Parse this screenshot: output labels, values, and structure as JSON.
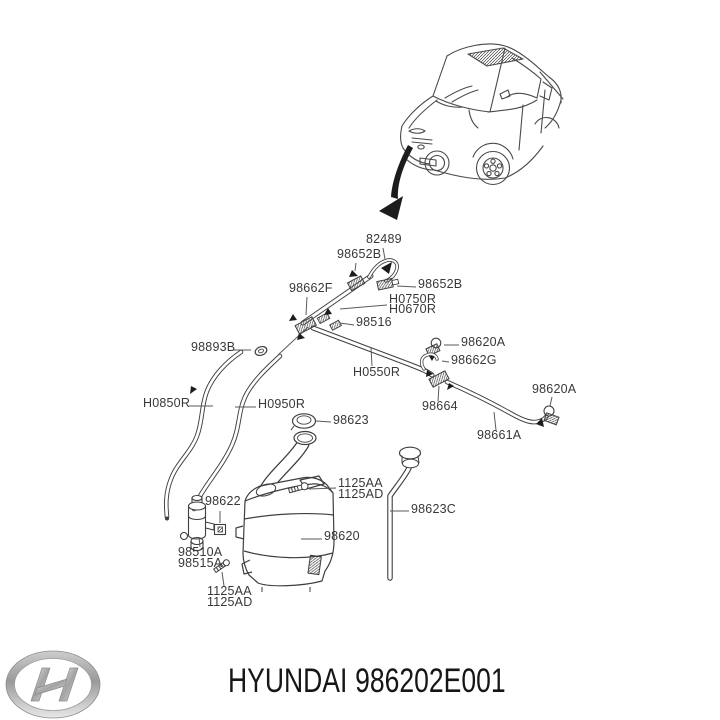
{
  "diagram": {
    "labels": [
      {
        "id": "82489",
        "text": "82489"
      },
      {
        "id": "98652B-top",
        "text": "98652B"
      },
      {
        "id": "98652B-right",
        "text": "98652B"
      },
      {
        "id": "98662F",
        "text": "98662F"
      },
      {
        "id": "H0750R",
        "text": "H0750R"
      },
      {
        "id": "H0670R",
        "text": "H0670R"
      },
      {
        "id": "98516",
        "text": "98516"
      },
      {
        "id": "98893B",
        "text": "98893B"
      },
      {
        "id": "98620A-upper",
        "text": "98620A"
      },
      {
        "id": "98662G",
        "text": "98662G"
      },
      {
        "id": "H0550R",
        "text": "H0550R"
      },
      {
        "id": "98620A-right",
        "text": "98620A"
      },
      {
        "id": "98664",
        "text": "98664"
      },
      {
        "id": "98661A",
        "text": "98661A"
      },
      {
        "id": "H0850R",
        "text": "H0850R"
      },
      {
        "id": "H0950R",
        "text": "H0950R"
      },
      {
        "id": "98623",
        "text": "98623"
      },
      {
        "id": "98622",
        "text": "98622"
      },
      {
        "id": "1125AA-right",
        "text": "1125AA"
      },
      {
        "id": "1125AD-right",
        "text": "1125AD"
      },
      {
        "id": "98623C",
        "text": "98623C"
      },
      {
        "id": "98620",
        "text": "98620"
      },
      {
        "id": "98510A",
        "text": "98510A"
      },
      {
        "id": "98515A",
        "text": "98515A"
      },
      {
        "id": "1125AA-bottom",
        "text": "1125AA"
      },
      {
        "id": "1125AD-bottom",
        "text": "1125AD"
      }
    ]
  },
  "footer": {
    "brand": "HYUNDAI",
    "part_number": "986202E001"
  },
  "colors": {
    "line": "#3f3f3f",
    "leader": "#5a5a5a",
    "label_text": "#383838",
    "footer_text": "#161616",
    "logo_silver": "#b9b9b9"
  }
}
